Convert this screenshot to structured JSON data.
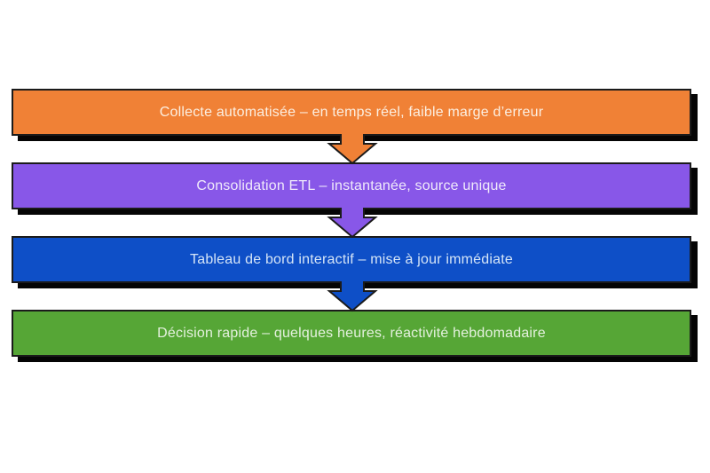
{
  "diagram": {
    "background": "#ffffff",
    "outline_color": "#1b1b1b",
    "shadow_color": "#050505",
    "steps": [
      {
        "label": "Collecte automatisée – en temps réel, faible marge d’erreur",
        "fill": "#F08136",
        "text_color": "#FCEFE1"
      },
      {
        "label": "Consolidation ETL – instantanée, source unique",
        "fill": "#8857E8",
        "text_color": "#F0EAFB"
      },
      {
        "label": "Tableau de bord interactif – mise à jour immédiate",
        "fill": "#0E4FC7",
        "text_color": "#D5E5F7"
      },
      {
        "label": "Décision rapide – quelques heures, réactivité hebdomadaire",
        "fill": "#56A636",
        "text_color": "#E4F1DE"
      }
    ],
    "connectors": [
      {
        "icon": "down-arrow-icon",
        "fill": "#F08136"
      },
      {
        "icon": "down-arrow-icon",
        "fill": "#8857E8"
      },
      {
        "icon": "down-arrow-icon",
        "fill": "#0E4FC7"
      }
    ]
  }
}
